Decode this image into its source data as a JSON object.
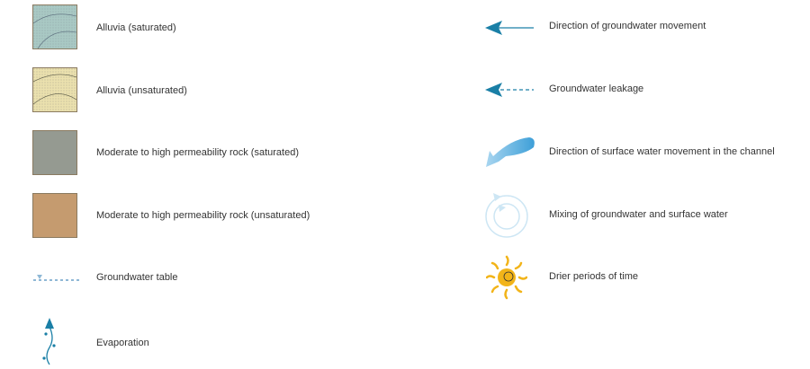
{
  "left": [
    {
      "label": "Alluvia (saturated)",
      "color": "#a9c9c4"
    },
    {
      "label": "Alluvia (unsaturated)",
      "color": "#ebe1ae"
    },
    {
      "label": "Moderate to high permeability rock (saturated)",
      "color": "#959a91"
    },
    {
      "label": "Moderate to high permeability rock (unsaturated)",
      "color": "#c59b6f"
    },
    {
      "label": "Groundwater table"
    },
    {
      "label": "Evaporation"
    }
  ],
  "right": [
    {
      "label": "Direction of groundwater movement"
    },
    {
      "label": "Groundwater leakage"
    },
    {
      "label": "Direction of surface water movement in the channel"
    },
    {
      "label": "Mixing of groundwater and surface water"
    },
    {
      "label": "Drier periods of time"
    }
  ]
}
